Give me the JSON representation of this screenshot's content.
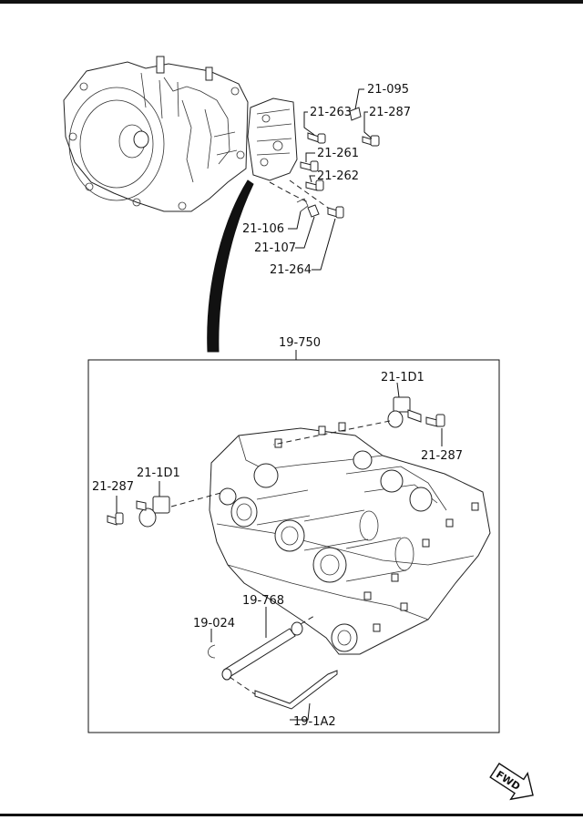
{
  "labels": {
    "upper": {
      "p21_095": "21-095",
      "p21_263": "21-263",
      "p21_287": "21-287",
      "p21_261": "21-261",
      "p21_262": "21-262",
      "p21_106": "21-106",
      "p21_107": "21-107",
      "p21_264": "21-264"
    },
    "assembly": "19-750",
    "lower": {
      "solenoid_right": "21-1D1",
      "bolt_right": "21-287",
      "solenoid_left": "21-1D1",
      "bolt_left": "21-287",
      "p19_768": "19-768",
      "p19_024": "19-024",
      "p19_1A2": "19-1A2"
    },
    "fwd": "FWD"
  },
  "colors": {
    "line": "#111111",
    "background": "#ffffff"
  },
  "icons": {
    "fwd_arrow": "fwd-arrow-icon"
  }
}
